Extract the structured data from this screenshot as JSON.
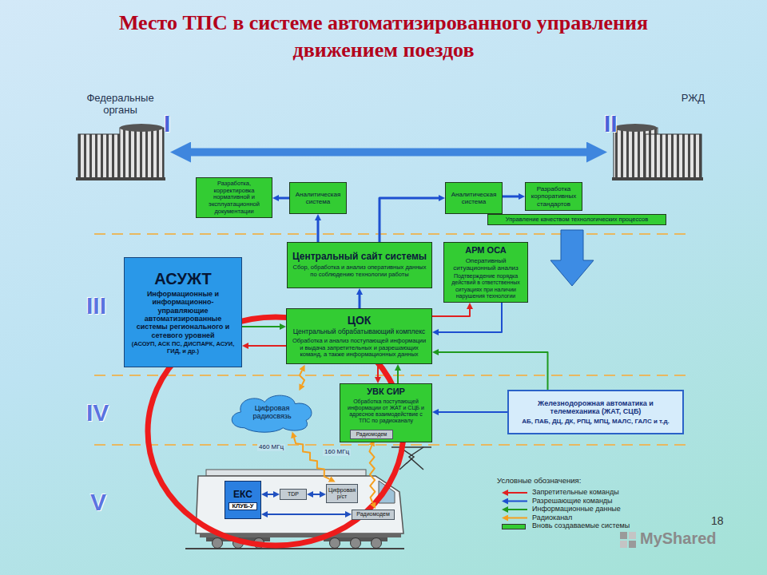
{
  "diagram": {
    "title": "Место ТПС в системе автоматизированного управления движением поездов",
    "nodes": [
      {
        "text": [
          "Федеральные органы"
        ]
      },
      {
        "text": [
          "РЖД"
        ]
      },
      {
        "text": [
          "Разработка, корректировка нормативной и эксплуатационной документации"
        ]
      },
      {
        "text": [
          "Аналитическая система"
        ]
      },
      {
        "text": [
          "Аналитическая система"
        ]
      },
      {
        "text": [
          "Разработка корпоративных стандартов"
        ]
      },
      {
        "text": [
          "Управление качеством технологических процессов"
        ]
      },
      {
        "text": [
          "АСУЖТ",
          "Информационные и информационно-управляющие автоматизированные системы регионального и сетевого уровней",
          "(АСОУП, АСК ПС, ДИСПАРК, АСУИ, ГИД, и др.)"
        ]
      },
      {
        "text": [
          "Центральный сайт системы",
          "Сбор, обработка и анализ оперативных данных по соблюдению технологии работы"
        ]
      },
      {
        "text": [
          "АРМ ОСА",
          "Оперативный ситуационный анализ",
          "Подтверждение порядка действий в ответственных ситуациях при наличии нарушения технологии"
        ]
      },
      {
        "text": [
          "ЦОК",
          "Центральный обрабатывающий комплекс",
          "Обработка и анализ поступающей информации и выдача запретительных и разрешающих команд, а также информационных данных"
        ]
      },
      {
        "text": [
          "Цифровая радиосвязь"
        ]
      },
      {
        "text": [
          "УВК СИР",
          "Обработка поступающей информации от ЖАТ и СЦБ и адресное взаимодействие с ТПС по радиоканалу"
        ]
      },
      {
        "text": [
          "Радиомодем"
        ],
        "in": 12
      },
      {
        "text": [
          "Железнодорожная автоматика и телемеханика (ЖАТ, СЦБ)",
          "АБ, ПАБ, ДЦ, ДК, РПЦ, МПЦ, МАЛС, ГАЛС и т.д."
        ]
      },
      {
        "text": [
          "ЕКС",
          "КЛУБ-У"
        ]
      },
      {
        "text": [
          "TDP"
        ]
      },
      {
        "text": [
          "Цифровая р/ст"
        ]
      },
      {
        "text": [
          "Радиомодем"
        ]
      }
    ],
    "edges": [
      {
        "from": 0,
        "to": 1,
        "arrow": "both"
      },
      {
        "from": 3,
        "to": 2,
        "arrow": "to"
      },
      {
        "from": 4,
        "to": 5,
        "arrow": "to"
      },
      {
        "from": 8,
        "to": 3,
        "arrow": "to"
      },
      {
        "from": 8,
        "to": 4,
        "arrow": "to"
      },
      {
        "from": 10,
        "to": 8,
        "arrow": "to"
      },
      {
        "from": 7,
        "to": 10,
        "arrow": "to"
      },
      {
        "from": 10,
        "to": 7,
        "arrow": "to"
      },
      {
        "from": 10,
        "to": 9,
        "arrow": "to"
      },
      {
        "from": 9,
        "to": 10,
        "arrow": "to"
      },
      {
        "from": 14,
        "to": 10,
        "arrow": "to"
      },
      {
        "from": 14,
        "to": 12,
        "arrow": "to"
      },
      {
        "from": 10,
        "to": 12,
        "arrow": "to"
      },
      {
        "from": 12,
        "to": 10,
        "arrow": "to"
      },
      {
        "from": 10,
        "to": 11,
        "arrow": "both"
      },
      {
        "from": 11,
        "to": 17,
        "label": "460 МГц",
        "arrow": "both"
      },
      {
        "from": 13,
        "to": 18,
        "label": "160 МГц",
        "arrow": "both"
      },
      {
        "from": 15,
        "to": 16,
        "arrow": "both"
      },
      {
        "from": 16,
        "to": 17,
        "arrow": "both"
      },
      {
        "from": 15,
        "to": 18,
        "arrow": "both"
      }
    ],
    "labels": [
      "I",
      "II",
      "III",
      "IV",
      "V",
      "Условные обозначения:",
      "18",
      "MyShared"
    ],
    "legend": [
      {
        "text": "Запретительные команды"
      },
      {
        "text": "Разрешающие команды"
      },
      {
        "text": "Информационные данные"
      },
      {
        "text": "Радиоканал"
      },
      {
        "text": "Вновь создаваемые системы",
        "color": "#33cc33"
      }
    ]
  }
}
